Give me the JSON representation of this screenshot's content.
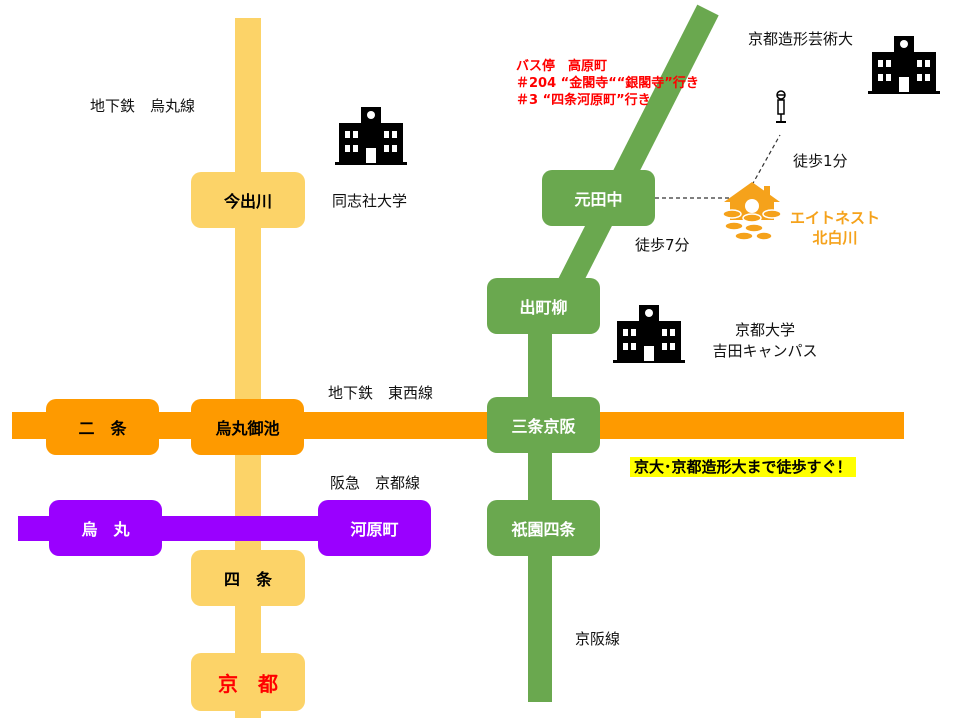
{
  "colors": {
    "karasuma_line": "#fcd368",
    "tozai_line": "#fe9a00",
    "hankyu_line": "#9a00ff",
    "keihan_line": "#6aa84f",
    "bus_text": "#ff0000",
    "highlight_bg": "#ffff00",
    "accent_orange": "#f5a21b"
  },
  "lines": {
    "karasuma": "地下鉄　烏丸線",
    "tozai": "地下鉄　東西線",
    "hankyu": "阪急　京都線",
    "keihan": "京阪線"
  },
  "stations": {
    "imadegawa": "今出川",
    "karasuma_oike": "烏丸御池",
    "nijo": "二　条",
    "shijo": "四　条",
    "kyoto": "京　都",
    "karasuma": "烏　丸",
    "kawaramachi": "河原町",
    "mototanaka": "元田中",
    "demachiyanagi": "出町柳",
    "sanjo_keihan": "三条京阪",
    "gion_shijo": "祇園四条"
  },
  "landmarks": {
    "doshisha": "同志社大学",
    "kyoto_zokei": "京都造形芸術大",
    "kyodai_line1": "京都大学",
    "kyodai_line2": "吉田キャンパス",
    "property_line1": "エイトネスト",
    "property_line2": "北白川"
  },
  "bus_stop": {
    "title": "バス停　高原町",
    "route1": "＃204 “金閣寺““銀閣寺”行き",
    "route2": "＃3 “四条河原町”行き"
  },
  "walk": {
    "to_bus": "徒歩1分",
    "to_station": "徒歩7分"
  },
  "highlight": "京大･京都造形大まで徒歩すぐ！",
  "icons": {
    "school": "school-building-icon",
    "bus_stop": "bus-stop-icon",
    "house": "house-icon"
  }
}
